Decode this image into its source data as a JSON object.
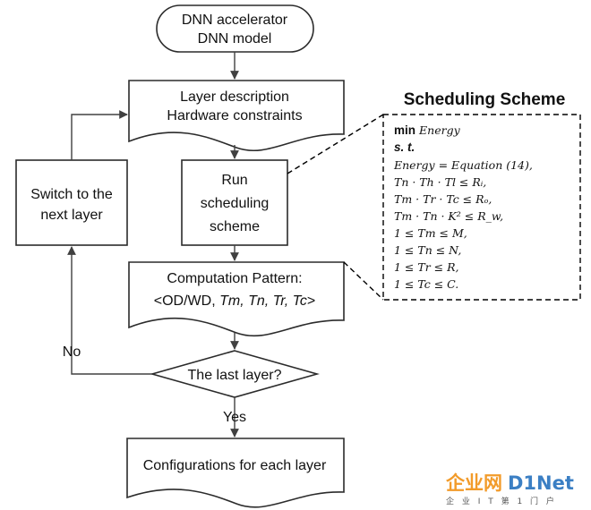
{
  "diagram": {
    "start_node": {
      "line1": "DNN accelerator",
      "line2": "DNN model"
    },
    "layer_desc": {
      "line1": "Layer description",
      "line2": "Hardware constraints"
    },
    "run_node": {
      "line1": "Run",
      "line2": "scheduling",
      "line3": "scheme"
    },
    "switch_node": {
      "line1": "Switch to the",
      "line2": "next layer"
    },
    "pattern_node": {
      "line1": "Computation Pattern:",
      "line2_prefix": "<OD/WD, ",
      "line2_vars": "Tm, Tn, Tr, Tc",
      "line2_suffix": ">"
    },
    "decision_node": {
      "label": "The last layer?"
    },
    "final_node": {
      "label": "Configurations for each layer"
    },
    "edge_yes": "Yes",
    "edge_no": "No"
  },
  "scheme": {
    "title": "Scheduling Scheme",
    "min_kw": "min",
    "objective": "Energy",
    "st_kw": "s. t.",
    "constraints": [
      "Energy = Equation (14),",
      "Tn · Th · Tl ≤ Rᵢ,",
      "Tm · Tr · Tc ≤ Rₒ,",
      "Tm · Tn · K² ≤ R_w,",
      "1 ≤ Tm ≤ M,",
      "1 ≤ Tn ≤ N,",
      "1 ≤ Tr ≤ R,",
      "1 ≤ Tc ≤ C."
    ]
  },
  "watermark": {
    "brand_a": "企业网",
    "brand_b": "D1Net",
    "tagline": "企 业 I T 第 1 门 户"
  }
}
